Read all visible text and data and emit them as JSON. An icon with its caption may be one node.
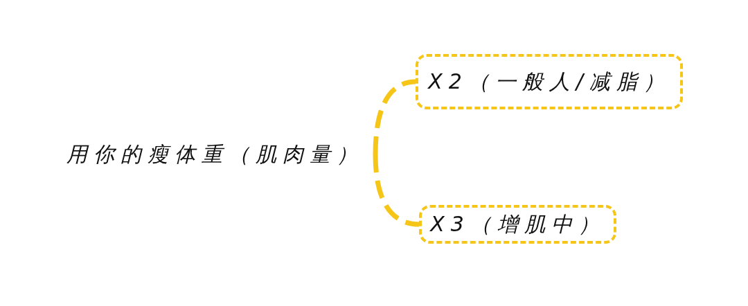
{
  "diagram": {
    "nodes": [
      {
        "text": [
          "用你的瘦体重（肌肉量）"
        ]
      },
      {
        "text": [
          "X2（一般人/减脂）"
        ]
      },
      {
        "text": [
          "X3（增肌中）"
        ]
      }
    ],
    "edges": [
      {
        "from": 0,
        "to": 1,
        "arrow": "none",
        "style": "dashed"
      },
      {
        "from": 0,
        "to": 2,
        "arrow": "none",
        "style": "dashed"
      }
    ]
  }
}
